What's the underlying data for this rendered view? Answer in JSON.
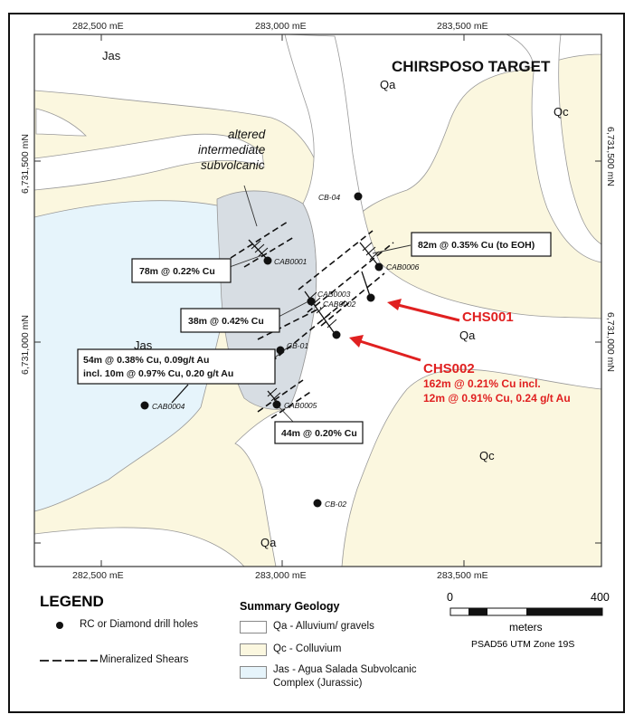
{
  "map": {
    "title": "CHIRSPOSO TARGET",
    "easting_top": [
      "282,500 mE",
      "283,000 mE",
      "283,500 mE"
    ],
    "easting_bottom": [
      "282,500 mE",
      "283,000 mE",
      "283,500 mE"
    ],
    "northing_left": [
      "6,731,500 mN",
      "6,731,000 mN"
    ],
    "northing_right": [
      "6,731,500 mN",
      "6,731,000 mN"
    ],
    "unit_labels": {
      "jas_top": "Jas",
      "jas_mid": "Jas",
      "qa_top": "Qa",
      "qa_right": "Qa",
      "qa_bottom": "Qa",
      "qc_top": "Qc",
      "qc_bottom": "Qc"
    },
    "altered_label": [
      "altered",
      "intermediate",
      "subvolcanic"
    ],
    "drill_holes": {
      "cb04": "CB-04",
      "cab0001": "CAB0001",
      "cab0006": "CAB0006",
      "cab0003": "CAB0003",
      "cab0002": "CAB0002",
      "cb01": "CB-01",
      "cab0004": "CAB0004",
      "cab0005": "CAB0005",
      "cb02": "CB-02"
    },
    "callouts": {
      "c1": "78m @ 0.22% Cu",
      "c2": "82m @ 0.35% Cu (to EOH)",
      "c3": "38m @ 0.42% Cu",
      "c4_line1": "54m @ 0.38% Cu, 0.09g/t Au",
      "c4_line2": "incl. 10m @ 0.97% Cu, 0.20 g/t Au",
      "c5": "44m @ 0.20% Cu"
    },
    "highlights": {
      "chs001": "CHS001",
      "chs002": "CHS002",
      "chs002_line1": "162m @ 0.21% Cu incl.",
      "chs002_line2": "12m @ 0.91% Cu, 0.24 g/t Au"
    }
  },
  "legend": {
    "title": "LEGEND",
    "drill_holes": "RC or Diamond drill holes",
    "shears": "Mineralized Shears"
  },
  "summary_geology": {
    "title": "Summary Geology",
    "qa": "Qa - Alluvium/ gravels",
    "qc": "Qc - Colluvium",
    "jas_line1": "Jas - Agua Salada Subvolcanic",
    "jas_line2": "Complex (Jurassic)"
  },
  "scale": {
    "min": "0",
    "max": "400",
    "unit": "meters",
    "projection": "PSAD56 UTM Zone 19S"
  },
  "colors": {
    "qa": "#ffffff",
    "qc": "#fbf7df",
    "jas": "#e6f4fb",
    "altered": "#d7dde3",
    "highlight": "#e02020"
  }
}
